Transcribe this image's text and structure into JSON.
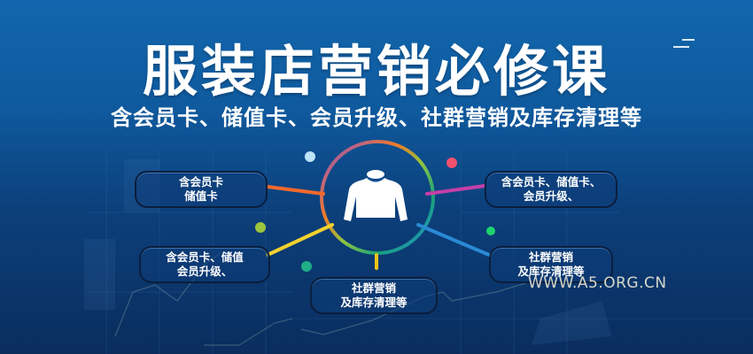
{
  "banner": {
    "title": "服装店营销必修课",
    "subtitle": "含会员卡、储值卡、会员升级、社群营销及库存清理等",
    "center_icon": "clothing-coat-icon",
    "watermark": "WWW.A5.ORG.CN",
    "colors": {
      "bg_top": "#1266ad",
      "bg_bottom": "#0a2d5e",
      "text": "#ffffff",
      "ring": [
        "#8a4fd0",
        "#f07a2a",
        "#8dc63f",
        "#1ba37a",
        "#1e88d8",
        "#3aa0e0"
      ],
      "connector_orange": "#f26a2e",
      "connector_yellow": "#f2d22e",
      "connector_magenta": "#c43fa8",
      "connector_blue": "#2a8ad6",
      "connector_gold": "#f0c419",
      "dot_lightblue": "#bfe3f7",
      "dot_pink": "#f0506e",
      "dot_lime": "#9bc53d",
      "dot_green": "#1fd36e",
      "dot_teal": "#1fae86"
    },
    "nodes": [
      {
        "id": "top-left",
        "line1": "含会员卡",
        "line2": "储值卡"
      },
      {
        "id": "bottom-left",
        "line1": "含会员卡、储值",
        "line2": "会员升级、"
      },
      {
        "id": "bottom-center",
        "line1": "社群营销",
        "line2": "及库存清理等"
      },
      {
        "id": "top-right",
        "line1": "含会员卡、储值卡、",
        "line2": "会员升级、"
      },
      {
        "id": "bottom-right",
        "line1": "社群营销",
        "line2": "及库存清理等"
      }
    ]
  }
}
